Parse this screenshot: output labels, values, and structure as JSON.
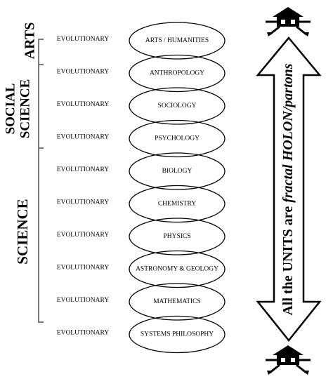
{
  "groups": [
    {
      "label": "ARTS"
    },
    {
      "label": "SOCIAL"
    },
    {
      "label": "SCIENCE"
    },
    {
      "label": "SCIENCE"
    }
  ],
  "rows": [
    {
      "left": "EVOLUTIONARY",
      "field": "ARTS / HUMANITIES"
    },
    {
      "left": "EVOLUTIONARY",
      "field": "ANTHROPOLOGY"
    },
    {
      "left": "EVOLUTIONARY",
      "field": "SOCIOLOGY"
    },
    {
      "left": "EVOLUTIONARY",
      "field": "PSYCHOLOGY"
    },
    {
      "left": "EVOLUTIONARY",
      "field": "BIOLOGY"
    },
    {
      "left": "EVOLUTIONARY",
      "field": "CHEMISTRY"
    },
    {
      "left": "EVOLUTIONARY",
      "field": "PHYSICS"
    },
    {
      "left": "EVOLUTIONARY",
      "field": "ASTRONOMY & GEOLOGY"
    },
    {
      "left": "EVOLUTIONARY",
      "field": "MATHEMATICS"
    },
    {
      "left": "EVOLUTIONARY",
      "field": "SYSTEMS PHILOSOPHY"
    }
  ],
  "arrow_text": {
    "plain": "All the UNITS are",
    "italic": "fractal HOLON/partons"
  }
}
